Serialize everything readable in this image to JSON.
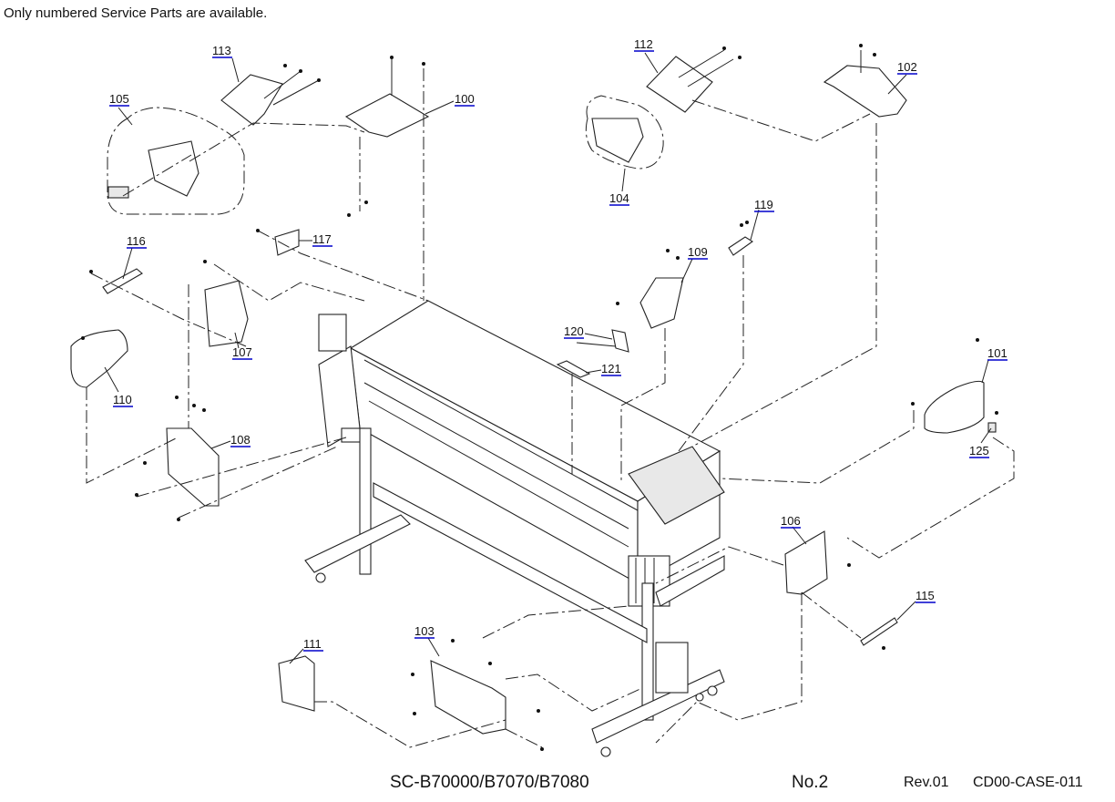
{
  "note": "Only numbered Service Parts are available.",
  "parts": [
    {
      "id": "100",
      "label": "100"
    },
    {
      "id": "101",
      "label": "101"
    },
    {
      "id": "102",
      "label": "102"
    },
    {
      "id": "103",
      "label": "103"
    },
    {
      "id": "104",
      "label": "104"
    },
    {
      "id": "105",
      "label": "105"
    },
    {
      "id": "106",
      "label": "106"
    },
    {
      "id": "107",
      "label": "107"
    },
    {
      "id": "108",
      "label": "108"
    },
    {
      "id": "109",
      "label": "109"
    },
    {
      "id": "110",
      "label": "110"
    },
    {
      "id": "111",
      "label": "111"
    },
    {
      "id": "112",
      "label": "112"
    },
    {
      "id": "113",
      "label": "113"
    },
    {
      "id": "115",
      "label": "115"
    },
    {
      "id": "116",
      "label": "116"
    },
    {
      "id": "117",
      "label": "117"
    },
    {
      "id": "119",
      "label": "119"
    },
    {
      "id": "120",
      "label": "120"
    },
    {
      "id": "121",
      "label": "121"
    },
    {
      "id": "125",
      "label": "125"
    }
  ],
  "footer": {
    "model": "SC-B70000/B7070/B7080",
    "page": "No.2",
    "revision": "Rev.01",
    "code": "CD00-CASE-011"
  },
  "colors": {
    "link": "#0000cc",
    "line": "#222222"
  }
}
